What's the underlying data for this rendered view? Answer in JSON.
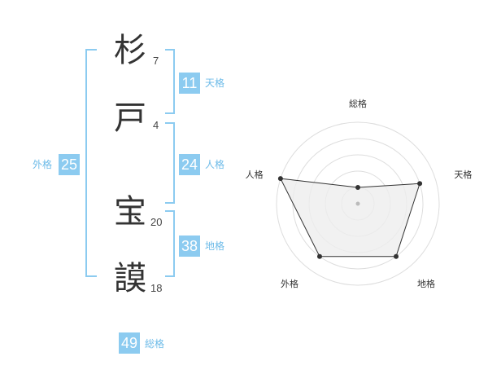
{
  "name": {
    "chars": [
      {
        "char": "杉",
        "strokes": "7"
      },
      {
        "char": "戸",
        "strokes": "4"
      },
      {
        "char": "宝",
        "strokes": "20"
      },
      {
        "char": "謨",
        "strokes": "18"
      }
    ]
  },
  "fortunes": {
    "tenkaku": {
      "value": "11",
      "label": "天格"
    },
    "jinkaku": {
      "value": "24",
      "label": "人格"
    },
    "chikaku": {
      "value": "38",
      "label": "地格"
    },
    "gaikaku": {
      "value": "25",
      "label": "外格"
    },
    "soukaku": {
      "value": "49",
      "label": "総格"
    }
  },
  "radar": {
    "axes": [
      "総格",
      "天格",
      "地格",
      "外格",
      "人格"
    ],
    "max": 5,
    "values": [
      1,
      4,
      4,
      4,
      5
    ]
  },
  "colors": {
    "accent": "#8ccbf0",
    "accent_text": "#6dbbe8",
    "radar_fill": "#eeeeee",
    "radar_line": "#333333"
  }
}
